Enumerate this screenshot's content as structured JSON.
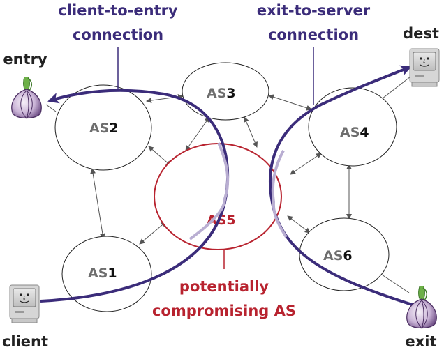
{
  "labels": {
    "client_entry_line1": "client-to-entry",
    "client_entry_line2": "connection",
    "exit_server_line1": "exit-to-server",
    "exit_server_line2": "connection",
    "entry": "entry",
    "dest": "dest",
    "client": "client",
    "exit": "exit",
    "compromising_line1": "potentially",
    "compromising_line2": "compromising AS"
  },
  "nodes": {
    "as1": {
      "prefix": "AS",
      "num": "1"
    },
    "as2": {
      "prefix": "AS",
      "num": "2"
    },
    "as3": {
      "prefix": "AS",
      "num": "3"
    },
    "as4": {
      "prefix": "AS",
      "num": "4"
    },
    "as5": {
      "prefix": "AS",
      "num": "5"
    },
    "as6": {
      "prefix": "AS",
      "num": "6"
    }
  },
  "colors": {
    "connection": "#3b2c7a",
    "compromised": "#b8232f",
    "as_prefix": "#6e6e6e",
    "as_num": "#111111",
    "link": "#555555",
    "overlap": "#b9aed2"
  },
  "icons": {
    "entry": "onion-icon",
    "exit": "onion-icon",
    "client": "computer-icon",
    "dest": "computer-icon"
  }
}
